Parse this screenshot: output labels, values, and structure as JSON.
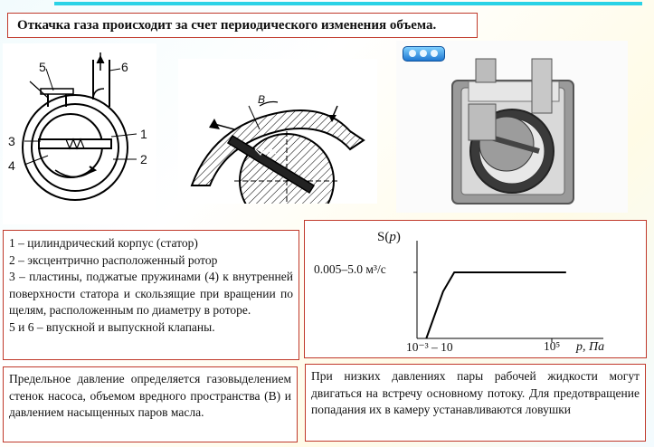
{
  "title": "Откачка газа происходит за счет периодического изменения объема.",
  "diagram": {
    "labels": [
      "5",
      "6",
      "3",
      "1",
      "4",
      "2"
    ],
    "label_b": "В"
  },
  "photo": {
    "badge_icon": "play-button-icon"
  },
  "legend": {
    "lines": [
      "1 – цилиндрический корпус (статор)",
      "2 – эксцентрично расположенный ротор",
      "3 – пластины, поджатые пружинами (4) к внутренней поверхности статора и скользящие при вращении по щелям, расположенным по диаметру в роторе.",
      "5 и 6 – впускной и выпускной клапаны."
    ]
  },
  "chart_data": {
    "type": "line",
    "ylabel_prefix": "S(",
    "ylabel_var": "p",
    "ylabel_suffix": ")",
    "y_tick_label": "0.005–5.0 м³/с",
    "x_tick_labels": [
      "10⁻³ – 10",
      "10⁵"
    ],
    "xlabel": "p, Па",
    "series": [
      {
        "points": [
          [
            0.05,
            0
          ],
          [
            0.14,
            0.71
          ],
          [
            0.2,
            1.0
          ],
          [
            0.8,
            1.0
          ]
        ]
      }
    ]
  },
  "bottom_left": {
    "text": "Предельное давление определяется газовыделением стенок насоса, объемом вредного пространства (В) и давлением насыщенных паров масла."
  },
  "bottom_right": {
    "text": "При низких давлениях пары рабочей жидкости могут двигаться на встречу основному потоку. Для предотвращение попадания их в камеру устанавливаются ловушки"
  }
}
